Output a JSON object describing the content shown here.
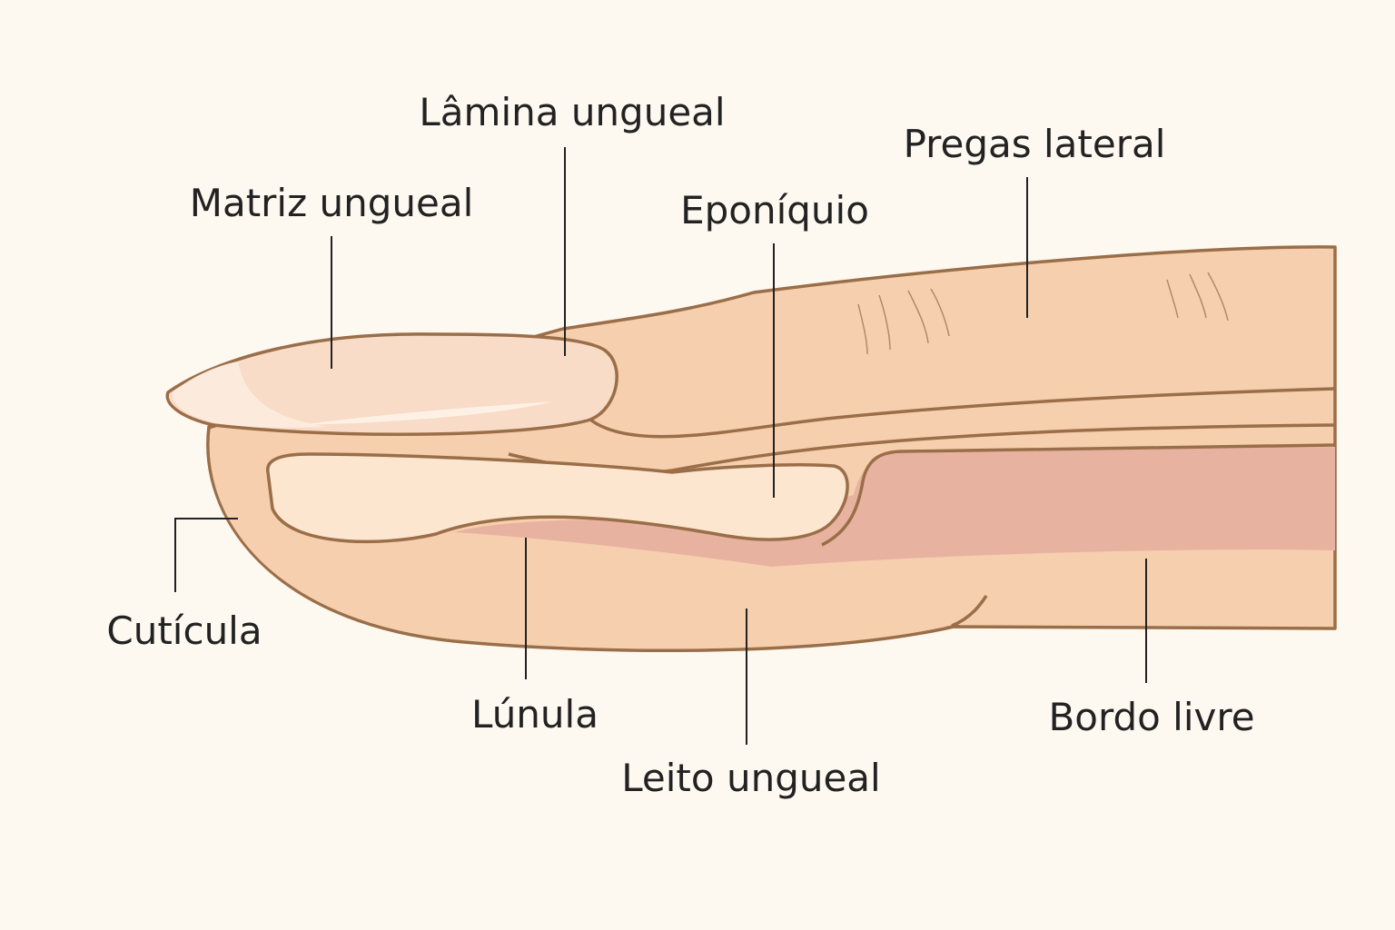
{
  "diagram": {
    "labels": {
      "lamina": "Lâmina ungueal",
      "matriz": "Matriz ungueal",
      "eponiquio": "Eponíquio",
      "pregas": "Pregas lateral",
      "cuticula": "Cutícula",
      "lunula": "Lúnula",
      "leito": "Leito ungueal",
      "bordo": "Bordo livre"
    },
    "colors": {
      "background": "#fdf8f0",
      "skin": "#f5cfae",
      "nail": "#f9dcc8",
      "lunula": "#fde6cf",
      "bed": "#e8b2a0",
      "outline": "#9a6e48"
    }
  }
}
